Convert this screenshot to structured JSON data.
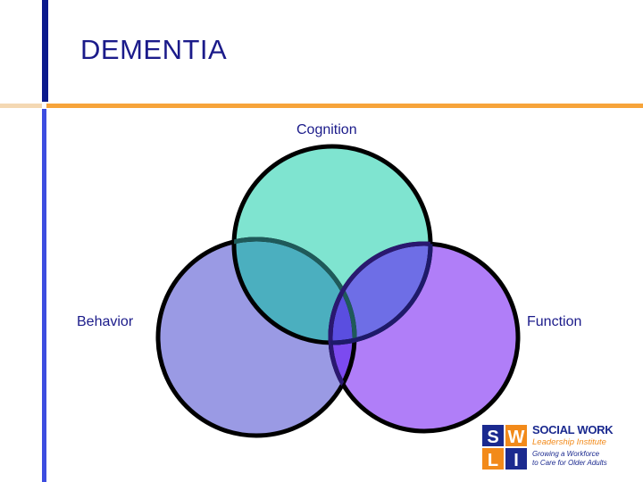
{
  "slide": {
    "title": "DEMENTIA"
  },
  "venn": {
    "sets": [
      {
        "key": "cognition",
        "label": "Cognition",
        "color": "#7fe4d0"
      },
      {
        "key": "behavior",
        "label": "Behavior",
        "color": "#9a9ae4"
      },
      {
        "key": "function",
        "label": "Function",
        "color": "#b07ef8"
      }
    ],
    "overlap_colors": {
      "cognition_behavior": "#4bafbf",
      "cognition_function": "#6e6ee6",
      "behavior_function": "#7c4af0",
      "all_three": "#5a4ee0"
    }
  },
  "logo": {
    "letters": [
      "S",
      "W",
      "L",
      "I"
    ],
    "line1": "SOCIAL WORK",
    "line2": "Leadership Institute",
    "line3": "Growing a Workforce",
    "line4": "to Care for Older Adults"
  },
  "colors": {
    "title": "#1b1b8a",
    "accent_orange": "#f7a43a",
    "accent_blue": "#0b1a8c"
  }
}
